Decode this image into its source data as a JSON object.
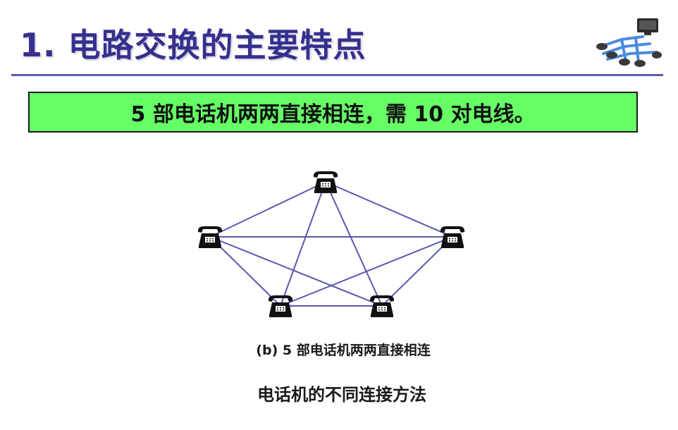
{
  "slide": {
    "title": "1. 电路交换的主要特点",
    "banner": "5 部电话机两两直接相连，需 10 对电线。",
    "figure_caption": "(b) 5 部电话机两两直接相连",
    "bottom_caption": "电话机的不同连接方法"
  },
  "diagram": {
    "node_icon": "telephone-icon",
    "nodes": [
      "top",
      "left",
      "right",
      "bottom-left",
      "bottom-right"
    ],
    "edges": [
      [
        "top",
        "left"
      ],
      [
        "top",
        "right"
      ],
      [
        "top",
        "bottom-left"
      ],
      [
        "top",
        "bottom-right"
      ],
      [
        "left",
        "right"
      ],
      [
        "left",
        "bottom-left"
      ],
      [
        "left",
        "bottom-right"
      ],
      [
        "right",
        "bottom-left"
      ],
      [
        "right",
        "bottom-right"
      ],
      [
        "bottom-left",
        "bottom-right"
      ]
    ],
    "line_color": "#5a58b0"
  },
  "colors": {
    "title": "#35308e",
    "banner_fill": "#66ff66"
  }
}
